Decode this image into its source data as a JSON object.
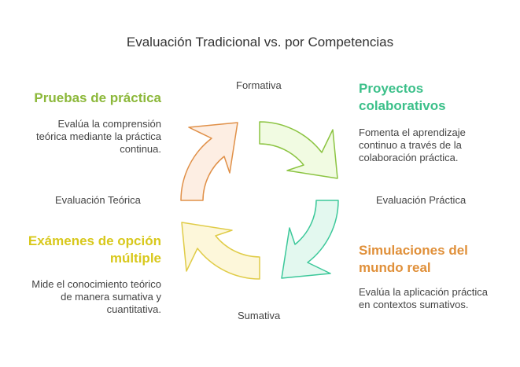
{
  "title": "Evaluación Tradicional vs. por Competencias",
  "axes": {
    "top": "Formativa",
    "bottom": "Sumativa",
    "left": "Evaluación Teórica",
    "right": "Evaluación Práctica"
  },
  "quadrants": {
    "top_left": {
      "heading": "Pruebas de práctica",
      "description": [
        "Evalúa la comprensión",
        "teórica mediante la práctica",
        "continua."
      ],
      "color": "#8cb83a"
    },
    "top_right": {
      "heading": [
        "Proyectos",
        "colaborativos"
      ],
      "description": [
        "Fomenta el aprendizaje",
        "continuo a través de la",
        "colaboración práctica."
      ],
      "color": "#3cc08a"
    },
    "bottom_left": {
      "heading": [
        "Exámenes de opción",
        "múltiple"
      ],
      "description": [
        "Mide el conocimiento teórico",
        "de manera sumativa y",
        "cuantitativa."
      ],
      "color": "#d8c81c"
    },
    "bottom_right": {
      "heading": [
        "Simulaciones del",
        "mundo real"
      ],
      "description": [
        "Evalúa la aplicación práctica",
        "en contextos sumativos."
      ],
      "color": "#e0903a"
    }
  },
  "segments": {
    "top_left": {
      "fill": "#fdeee3",
      "stroke": "#e09048"
    },
    "top_right": {
      "fill": "#f1fbe2",
      "stroke": "#8cc442"
    },
    "bottom_right": {
      "fill": "#e3f8ef",
      "stroke": "#3cc89a"
    },
    "bottom_left": {
      "fill": "#fdf7da",
      "stroke": "#e0cc48"
    }
  }
}
